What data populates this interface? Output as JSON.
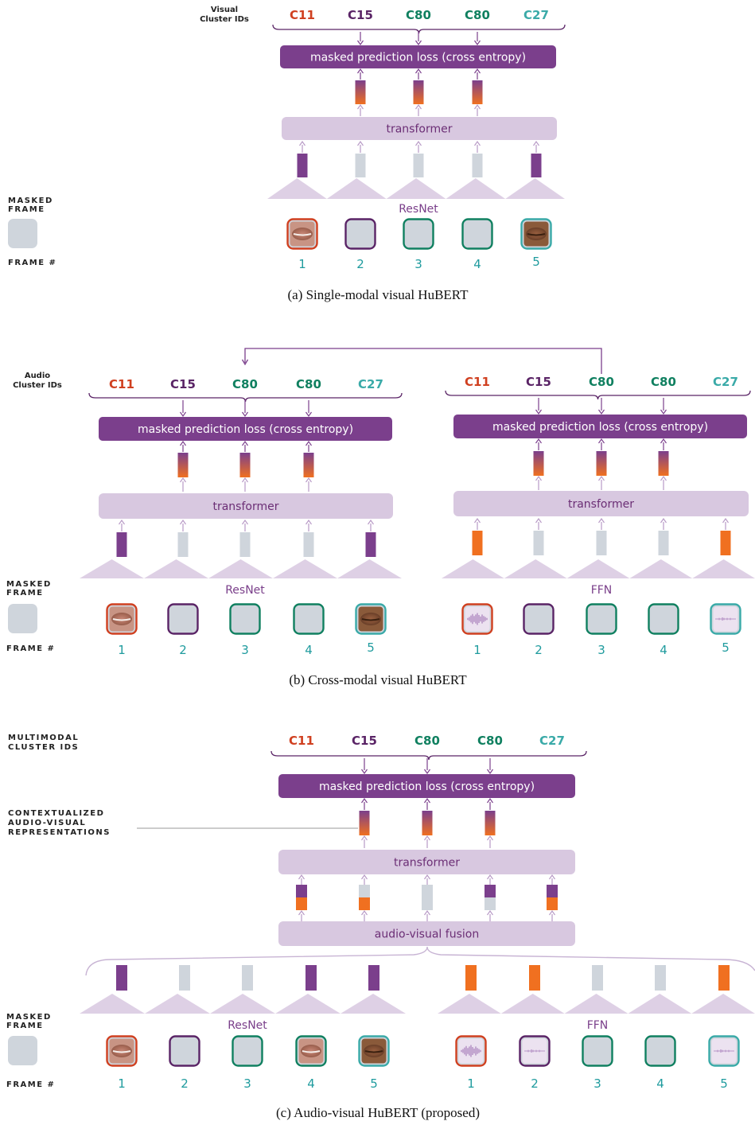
{
  "colors": {
    "purple": "#7b3f8c",
    "dark_purple": "#5a2466",
    "orange": "#f07020",
    "red": "#d04020",
    "green": "#108060",
    "teal": "#3aaaa8",
    "lavender": "#d8c8e0",
    "gray": "#cfd5dc",
    "frame_num": "#1f9b9e"
  },
  "common": {
    "loss_label": "masked prediction loss (cross entropy)",
    "transformer_label": "transformer",
    "resnet_label": "ResNet",
    "ffn_label": "FFN",
    "fusion_label": "audio-visual fusion",
    "masked_frame_label": [
      "MASKED",
      "FRAME"
    ],
    "frame_num_label": "FRAME #",
    "frame_numbers": [
      "1",
      "2",
      "3",
      "4",
      "5"
    ],
    "cluster_ids": [
      "C11",
      "C15",
      "C80",
      "C80",
      "C27"
    ]
  },
  "panel_a": {
    "cluster_label": [
      "Visual",
      "Cluster IDs"
    ],
    "caption": "(a) Single-modal visual HuBERT"
  },
  "panel_b": {
    "cluster_label": [
      "Audio",
      "Cluster IDs"
    ],
    "caption": "(b) Cross-modal visual HuBERT"
  },
  "panel_c": {
    "cluster_label": [
      "MULTIMODAL",
      "CLUSTER IDS"
    ],
    "context_label": [
      "CONTEXTUALIZED",
      "AUDIO-VISUAL",
      "REPRESENTATIONS"
    ],
    "caption": "(c) Audio-visual HuBERT (proposed)"
  }
}
